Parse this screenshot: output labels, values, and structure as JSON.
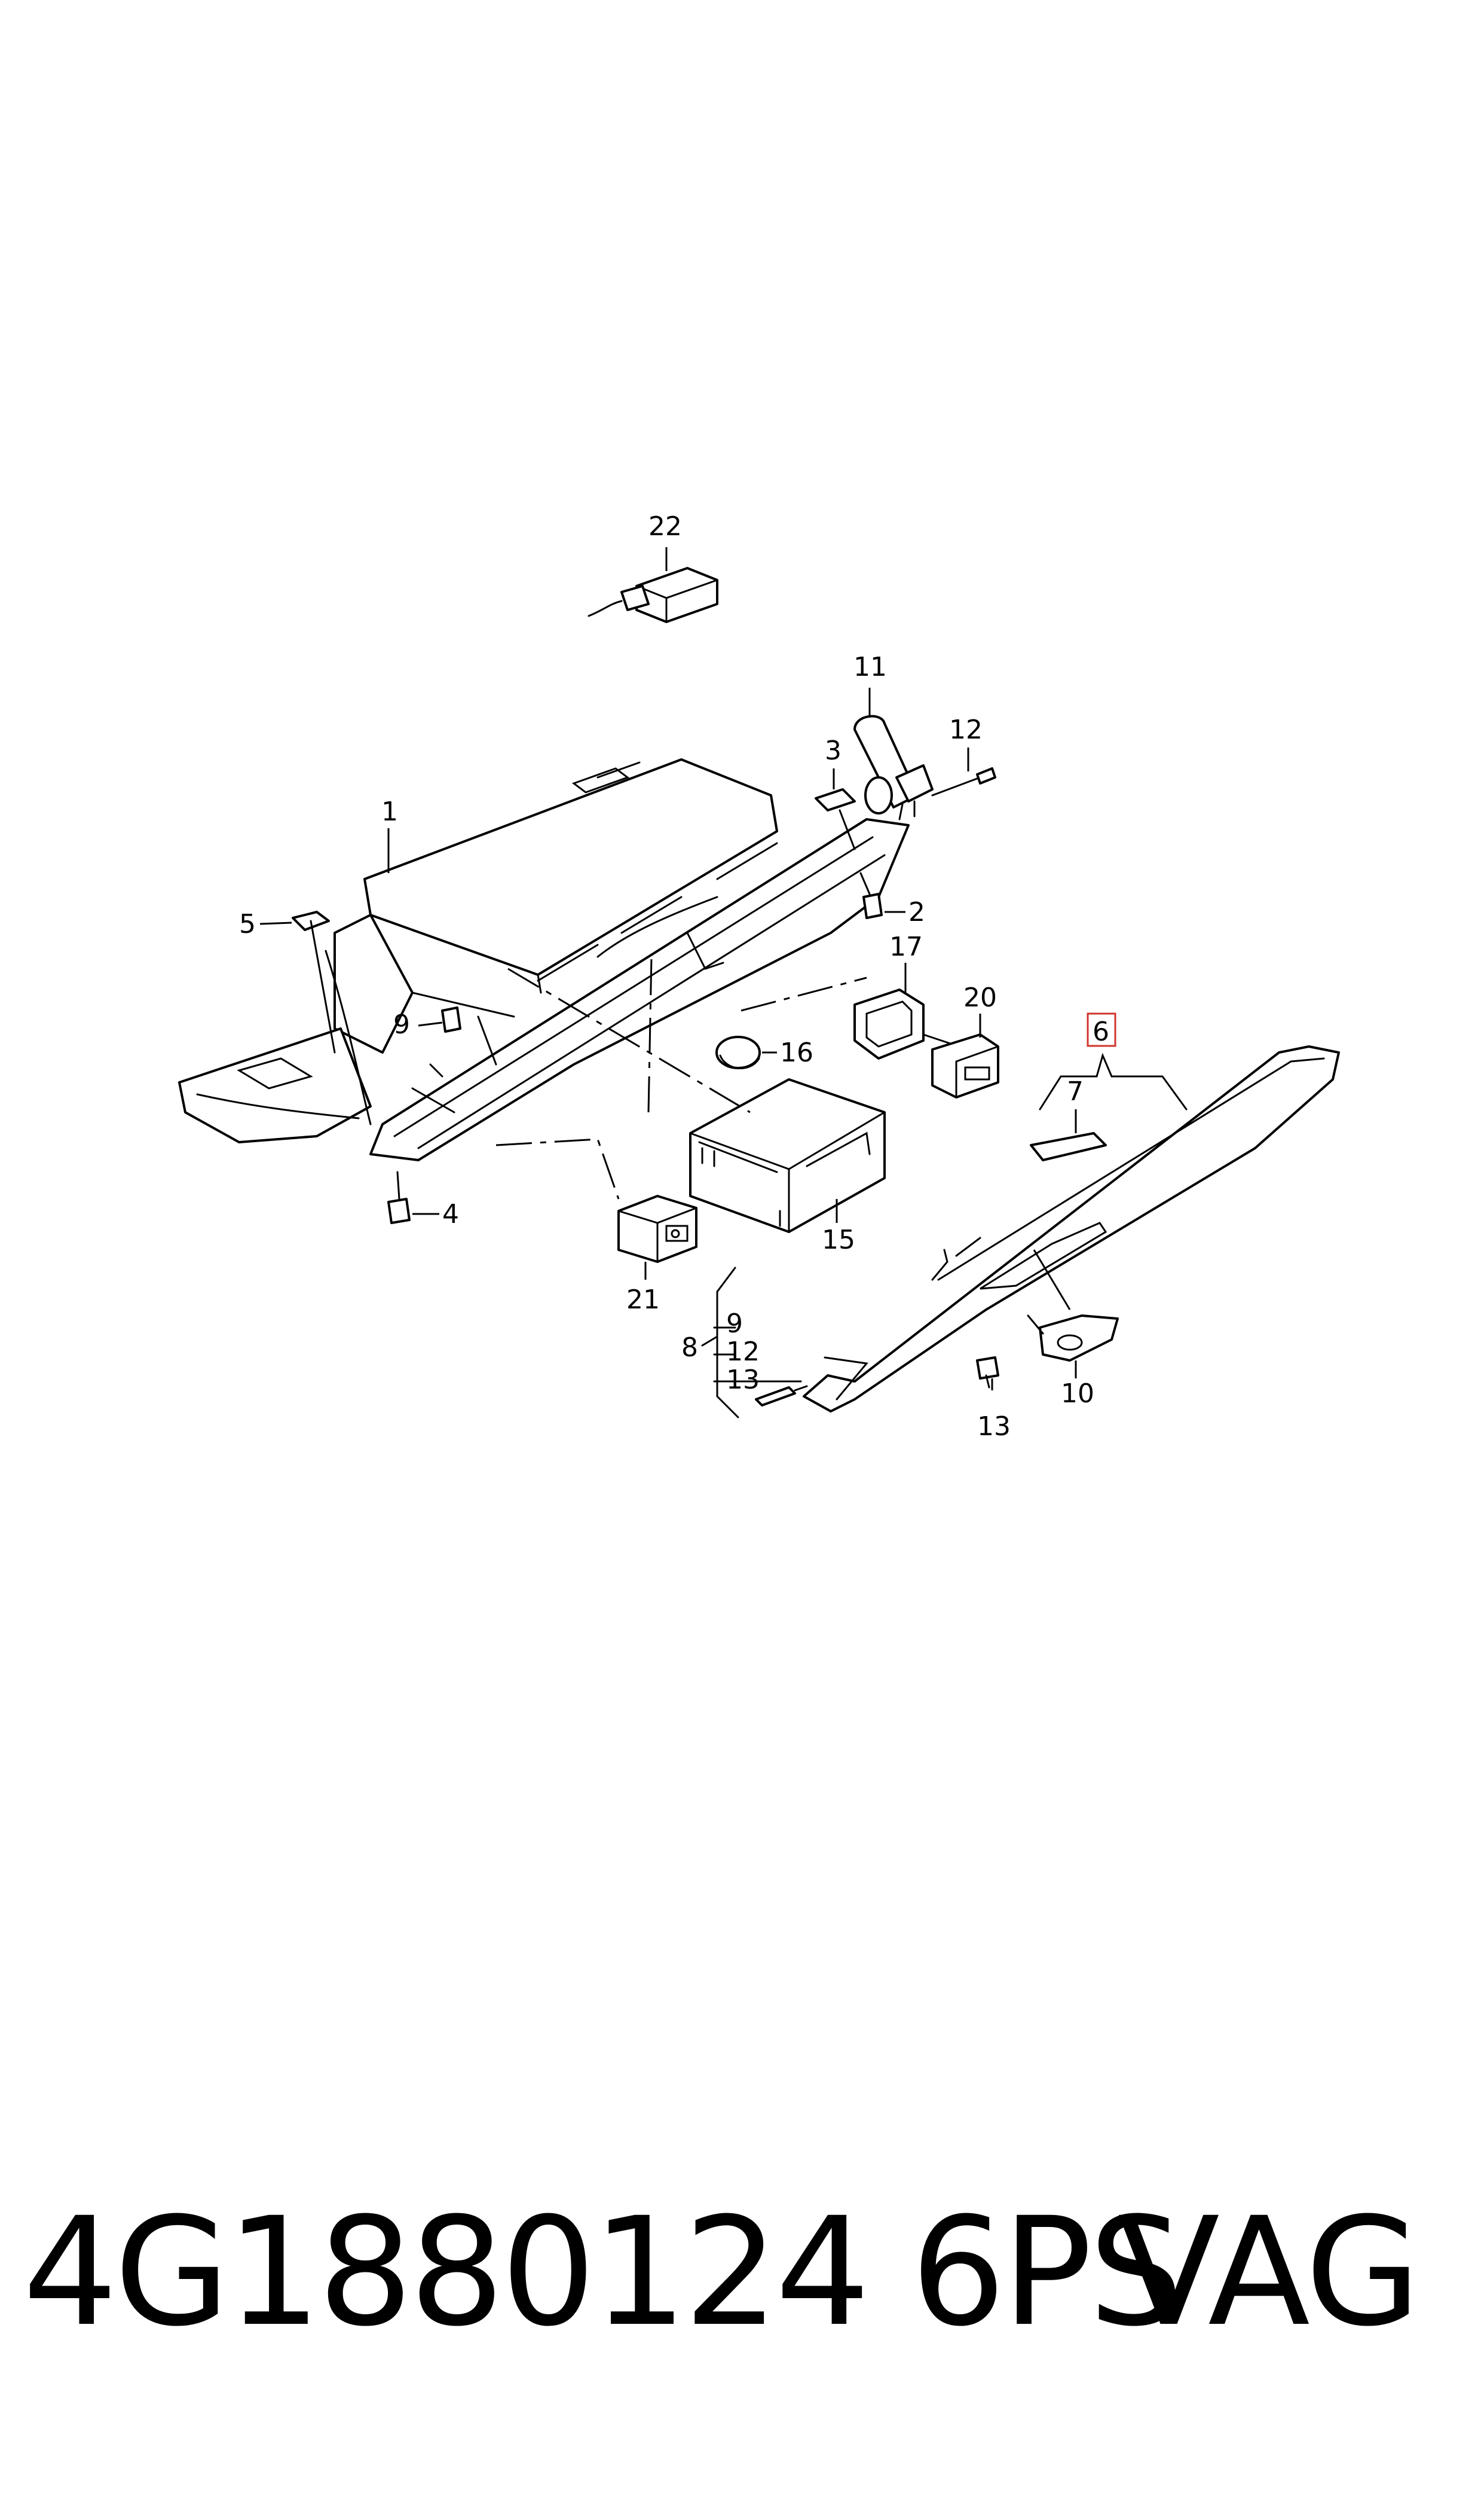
{
  "labels": {
    "l1": "1",
    "l2": "2",
    "l3": "3",
    "l4": "4",
    "l5": "5",
    "l6": "6",
    "l7": "7",
    "l8": "8",
    "l9a": "9",
    "l9b": "9",
    "l10": "10",
    "l11": "11",
    "l12a": "12",
    "l12b": "12",
    "l13a": "13",
    "l13b": "13",
    "l15": "15",
    "l16": "16",
    "l17": "17",
    "l20": "20",
    "l21": "21",
    "l22": "22"
  },
  "highlight_color": "#d0342c",
  "footer": {
    "part_number": "4G1880124 6PS",
    "brand": "VAG"
  }
}
